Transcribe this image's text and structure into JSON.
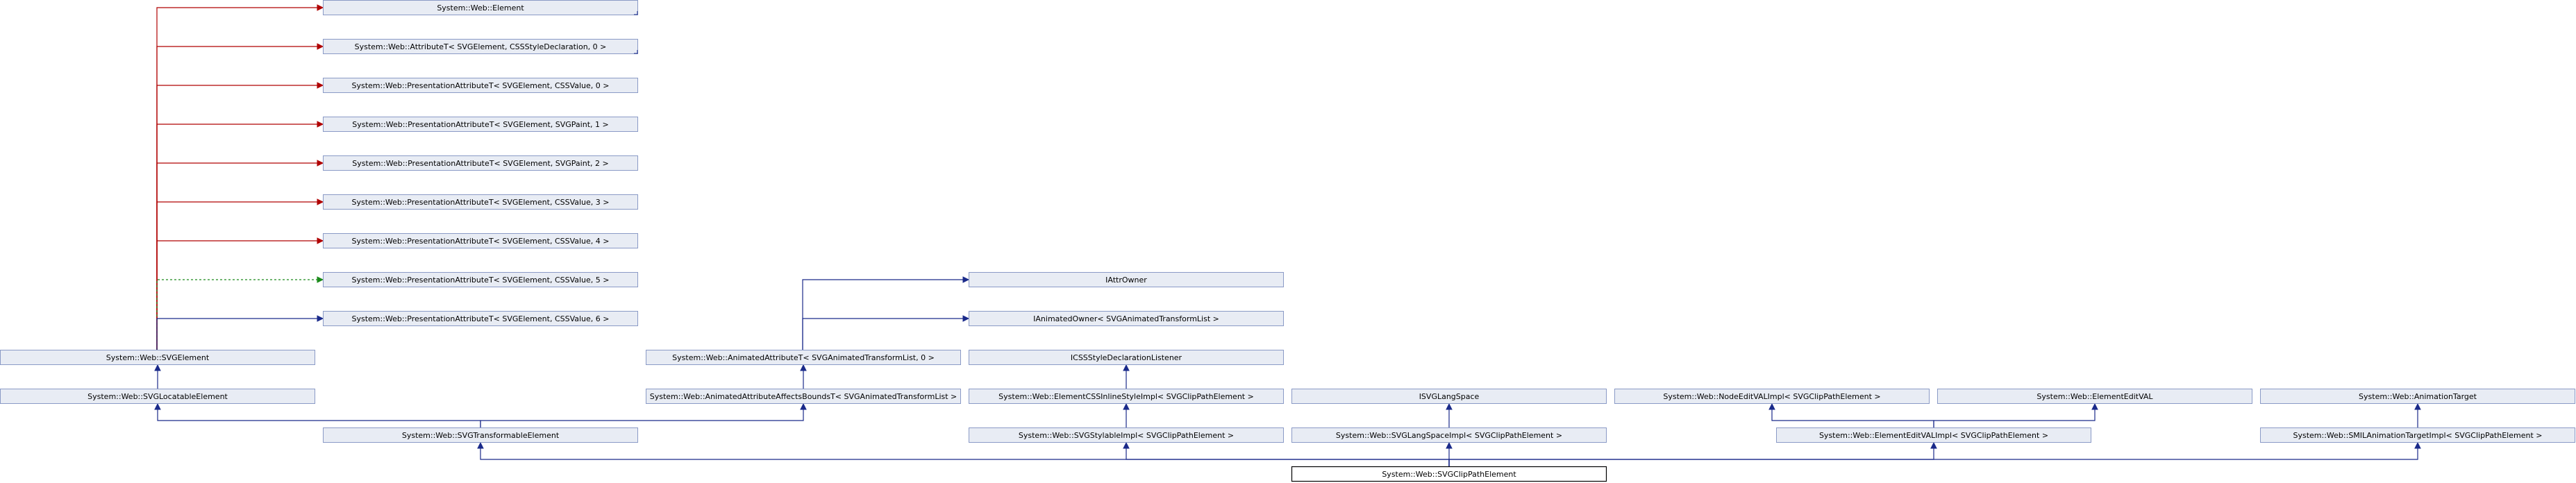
{
  "diagram": {
    "nodes": [
      {
        "id": "element",
        "label": "System::Web::Element",
        "folded": true
      },
      {
        "id": "attributeT",
        "label": "System::Web::AttributeT< SVGElement, CSSStyleDeclaration, 0 >",
        "folded": true
      },
      {
        "id": "pres0",
        "label": "System::Web::PresentationAttributeT< SVGElement, CSSValue, 0 >"
      },
      {
        "id": "pres1",
        "label": "System::Web::PresentationAttributeT< SVGElement, SVGPaint, 1 >"
      },
      {
        "id": "pres2",
        "label": "System::Web::PresentationAttributeT< SVGElement, SVGPaint, 2 >"
      },
      {
        "id": "pres3",
        "label": "System::Web::PresentationAttributeT< SVGElement, CSSValue, 3 >"
      },
      {
        "id": "pres4",
        "label": "System::Web::PresentationAttributeT< SVGElement, CSSValue, 4 >"
      },
      {
        "id": "pres5",
        "label": "System::Web::PresentationAttributeT< SVGElement, CSSValue, 5 >"
      },
      {
        "id": "pres6",
        "label": "System::Web::PresentationAttributeT< SVGElement, CSSValue, 6 >"
      },
      {
        "id": "iattrOwner",
        "label": "IAttrOwner"
      },
      {
        "id": "ianimOwner",
        "label": "IAnimatedOwner< SVGAnimatedTransformList >"
      },
      {
        "id": "svgElement",
        "label": "System::Web::SVGElement"
      },
      {
        "id": "animAttrT",
        "label": "System::Web::AnimatedAttributeT< SVGAnimatedTransformList, 0 >"
      },
      {
        "id": "icssListener",
        "label": "ICSSStyleDeclarationListener"
      },
      {
        "id": "svgLocatable",
        "label": "System::Web::SVGLocatableElement"
      },
      {
        "id": "animAffects",
        "label": "System::Web::AnimatedAttributeAffectsBoundsT< SVGAnimatedTransformList >"
      },
      {
        "id": "cssInline",
        "label": "System::Web::ElementCSSInlineStyleImpl< SVGClipPathElement >"
      },
      {
        "id": "isvgLangSpace",
        "label": "ISVGLangSpace"
      },
      {
        "id": "nodeEditVAL",
        "label": "System::Web::NodeEditVALImpl< SVGClipPathElement >"
      },
      {
        "id": "elementEditVAL",
        "label": "System::Web::ElementEditVAL"
      },
      {
        "id": "animTarget",
        "label": "System::Web::AnimationTarget"
      },
      {
        "id": "svgTransformable",
        "label": "System::Web::SVGTransformableElement"
      },
      {
        "id": "svgStylable",
        "label": "System::Web::SVGStylableImpl< SVGClipPathElement >"
      },
      {
        "id": "svgLangSpaceImpl",
        "label": "System::Web::SVGLangSpaceImpl< SVGClipPathElement >"
      },
      {
        "id": "elementEditVALImpl",
        "label": "System::Web::ElementEditVALImpl< SVGClipPathElement >"
      },
      {
        "id": "smilAnim",
        "label": "System::Web::SMILAnimationTargetImpl< SVGClipPathElement >"
      },
      {
        "id": "clipPath",
        "label": "System::Web::SVGClipPathElement",
        "focus": true
      }
    ],
    "edges": [
      {
        "from": "svgElement",
        "to": "element",
        "kind": "template"
      },
      {
        "from": "svgElement",
        "to": "attributeT",
        "kind": "template"
      },
      {
        "from": "svgElement",
        "to": "pres0",
        "kind": "template"
      },
      {
        "from": "svgElement",
        "to": "pres1",
        "kind": "template"
      },
      {
        "from": "svgElement",
        "to": "pres2",
        "kind": "template"
      },
      {
        "from": "svgElement",
        "to": "pres3",
        "kind": "template"
      },
      {
        "from": "svgElement",
        "to": "pres4",
        "kind": "template"
      },
      {
        "from": "svgElement",
        "to": "pres5",
        "kind": "dashed"
      },
      {
        "from": "svgElement",
        "to": "pres6",
        "kind": "inherit"
      },
      {
        "from": "animAttrT",
        "to": "iattrOwner",
        "kind": "inherit"
      },
      {
        "from": "animAttrT",
        "to": "ianimOwner",
        "kind": "inherit"
      },
      {
        "from": "svgLocatable",
        "to": "svgElement",
        "kind": "inherit"
      },
      {
        "from": "animAffects",
        "to": "animAttrT",
        "kind": "inherit"
      },
      {
        "from": "cssInline",
        "to": "icssListener",
        "kind": "inherit"
      },
      {
        "from": "svgTransformable",
        "to": "svgLocatable",
        "kind": "inherit"
      },
      {
        "from": "svgTransformable",
        "to": "animAffects",
        "kind": "inherit"
      },
      {
        "from": "svgStylable",
        "to": "cssInline",
        "kind": "inherit"
      },
      {
        "from": "svgLangSpaceImpl",
        "to": "isvgLangSpace",
        "kind": "inherit"
      },
      {
        "from": "elementEditVALImpl",
        "to": "nodeEditVAL",
        "kind": "inherit"
      },
      {
        "from": "elementEditVALImpl",
        "to": "elementEditVAL",
        "kind": "inherit"
      },
      {
        "from": "smilAnim",
        "to": "animTarget",
        "kind": "inherit"
      },
      {
        "from": "clipPath",
        "to": "svgTransformable",
        "kind": "inherit"
      },
      {
        "from": "clipPath",
        "to": "svgStylable",
        "kind": "inherit"
      },
      {
        "from": "clipPath",
        "to": "svgLangSpaceImpl",
        "kind": "inherit"
      },
      {
        "from": "clipPath",
        "to": "elementEditVALImpl",
        "kind": "inherit"
      },
      {
        "from": "clipPath",
        "to": "smilAnim",
        "kind": "inherit"
      }
    ]
  }
}
